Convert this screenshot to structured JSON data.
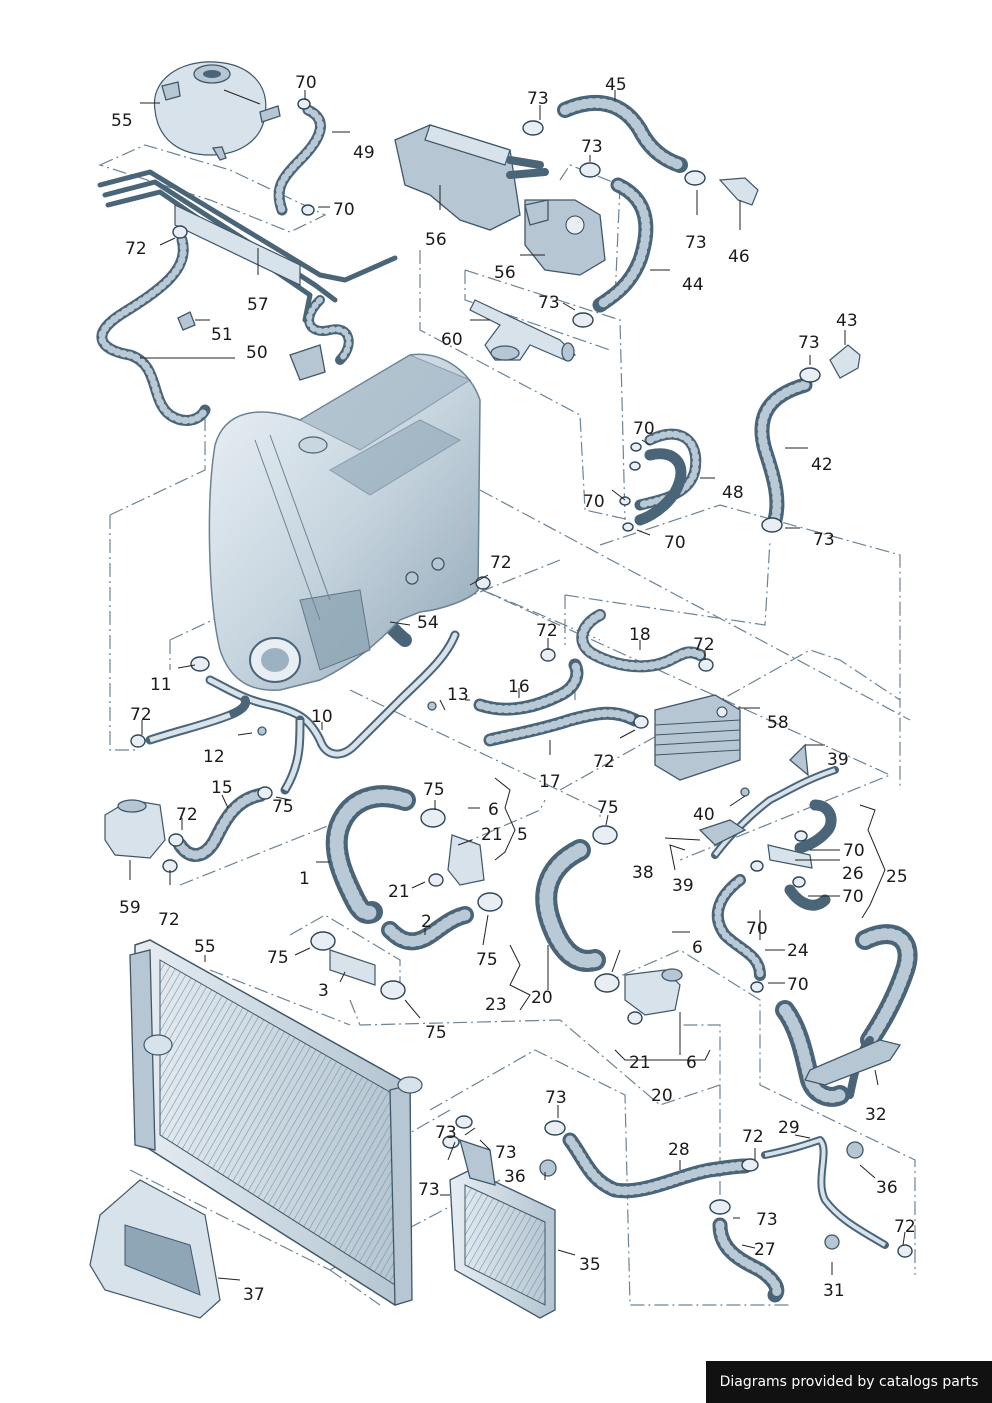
{
  "footer": {
    "text": "Diagrams provided by catalogs parts"
  },
  "callouts": [
    "55",
    "70",
    "49",
    "70",
    "72",
    "57",
    "51",
    "50",
    "56",
    "56",
    "73",
    "45",
    "73",
    "73",
    "46",
    "44",
    "73",
    "60",
    "43",
    "73",
    "42",
    "70",
    "48",
    "70",
    "70",
    "73",
    "72",
    "54",
    "11",
    "13",
    "10",
    "72",
    "16",
    "12",
    "72",
    "18",
    "72",
    "58",
    "17",
    "72",
    "15",
    "72",
    "59",
    "72",
    "75",
    "6",
    "21",
    "5",
    "1",
    "21",
    "2",
    "75",
    "75",
    "75",
    "40",
    "39",
    "38",
    "39",
    "70",
    "26",
    "25",
    "70",
    "70",
    "24",
    "70",
    "55",
    "75",
    "3",
    "75",
    "6",
    "23",
    "20",
    "21",
    "6",
    "20",
    "32",
    "73",
    "73",
    "73",
    "73",
    "36",
    "28",
    "72",
    "29",
    "36",
    "73",
    "27",
    "35",
    "72",
    "31",
    "37"
  ]
}
